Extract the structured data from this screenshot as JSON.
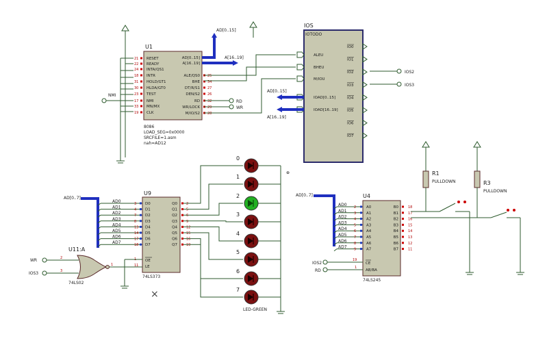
{
  "colors": {
    "wire": "#2d5a2d",
    "bus": "#1f2fbf",
    "chip_fill": "#c8c8b0",
    "chip_border": "#5a2a2a",
    "led_off": "#7a1010",
    "led_on": "#22b022",
    "pin_red": "#cc0000",
    "pin_blue": "#1f3fbf"
  },
  "u1": {
    "ref": "U1",
    "left_pins": [
      "RESET",
      "READY",
      "INTA/QS1",
      "INTR",
      "HOLD/GT1",
      "HLDA/GT0",
      "TEST",
      "NMI",
      "MN/MX",
      "CLK"
    ],
    "left_nums": [
      "21",
      "22",
      "24",
      "18",
      "31",
      "30",
      "23",
      "17",
      "33",
      "19"
    ],
    "right_pins": [
      "AD[0..15]",
      "A[16..19]",
      "ALE/QS0",
      "BHE",
      "DT/R/S1",
      "DEN/S2",
      "RD",
      "WR/LOCK",
      "M/IO/S2"
    ],
    "right_nums": [
      "",
      "",
      "25",
      "34",
      "27",
      "26",
      "32",
      "29",
      "28"
    ],
    "part": "8086",
    "prop1": "LOAD_SEG=0x0000",
    "prop2": "SRCFILE=1.asm",
    "prop3": "nah=AD12"
  },
  "nets": {
    "ad015_top": "AD[0..15]",
    "a1619_top": "A[16..19]",
    "rd": "RD",
    "wr": "WR",
    "nmi": "NMI",
    "ios2": "IOS2",
    "ios3": "IOS3",
    "ad07_left": "AD[0..7]",
    "ad07_right": "AD[0..7]",
    "ios_ad015": "AD[0..15]",
    "ios_a1619": "A[16..19]"
  },
  "ios": {
    "ref": "IOS",
    "part": "IOTODO",
    "left_pins": [
      "ALEU",
      "BHEU",
      "M/IOU",
      "IOAD[0..15]",
      "IOAD[16..19]"
    ],
    "right_pins": [
      "IO0",
      "IO1",
      "IO2",
      "IO3",
      "IO4",
      "IO5",
      "IO6",
      "IO7"
    ]
  },
  "u9": {
    "ref": "U9",
    "part": "74LS373",
    "in_labels": [
      "AD0",
      "AD1",
      "AD2",
      "AD3",
      "AD4",
      "AD5",
      "AD6",
      "AD7"
    ],
    "in_nums": [
      "3",
      "4",
      "7",
      "8",
      "13",
      "14",
      "17",
      "18"
    ],
    "d_pins": [
      "D0",
      "D1",
      "D2",
      "D3",
      "D4",
      "D5",
      "D6",
      "D7"
    ],
    "q_pins": [
      "Q0",
      "Q1",
      "Q2",
      "Q3",
      "Q4",
      "Q5",
      "Q6",
      "Q7"
    ],
    "q_nums": [
      "2",
      "5",
      "6",
      "9",
      "12",
      "15",
      "16",
      "19"
    ],
    "oe": "OE",
    "le": "LE",
    "oe_num": "1",
    "le_num": "11"
  },
  "u11": {
    "ref": "U11:A",
    "part": "74LS02",
    "in1": "WR",
    "in2": "IOS3",
    "n1": "2",
    "n2": "3",
    "nout": "1"
  },
  "leds": {
    "labels": [
      "0",
      "1",
      "2",
      "3",
      "4",
      "5",
      "6",
      "7"
    ],
    "on_index": 2,
    "part": "LED-GREEN"
  },
  "u4": {
    "ref": "U4",
    "part": "74LS245",
    "in_labels": [
      "AD0",
      "AD1",
      "AD2",
      "AD3",
      "AD4",
      "AD5",
      "AD6",
      "AD7"
    ],
    "in_nums": [
      "2",
      "3",
      "4",
      "5",
      "6",
      "7",
      "8",
      "9"
    ],
    "a_pins": [
      "A0",
      "A1",
      "A2",
      "A3",
      "A4",
      "A5",
      "A6",
      "A7"
    ],
    "b_pins": [
      "B0",
      "B1",
      "B2",
      "B3",
      "B4",
      "B5",
      "B6",
      "B7"
    ],
    "b_nums": [
      "18",
      "17",
      "16",
      "15",
      "14",
      "13",
      "12",
      "11"
    ],
    "ce": "CE",
    "abba": "AB/BA",
    "ce_num": "19",
    "ab_num": "1",
    "ce_net": "IOS2",
    "ab_net": "RD"
  },
  "r1": {
    "ref": "R1",
    "value": "PULLDOWN"
  },
  "r3": {
    "ref": "R3",
    "value": "PULLDOWN"
  }
}
